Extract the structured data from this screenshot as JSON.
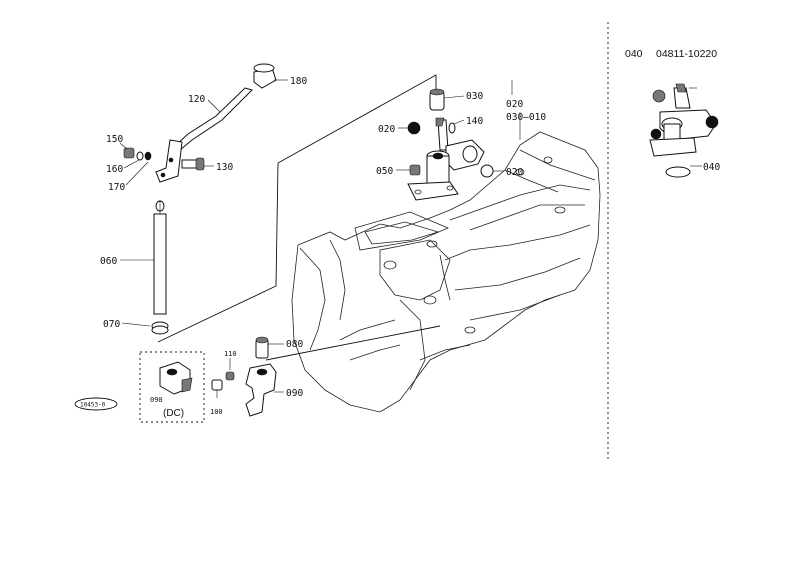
{
  "header": {
    "ref_code": "040",
    "part_number": "04811-10220"
  },
  "callouts": {
    "knob": "180",
    "lever": "120",
    "nut": "150",
    "washer_a": "160",
    "washer_b": "170",
    "bolt_lever": "130",
    "rod": "060",
    "boot": "070",
    "plug_top": "030",
    "washer_top": "140",
    "ring_left": "020",
    "bolt_base": "050",
    "ring_right": "020",
    "stack_020": "020",
    "stack_030_010": "030–010",
    "pin": "080",
    "bolt_small": "110",
    "bolt_lower": "100",
    "bracket": "090",
    "dc_bracket": "090",
    "inset_040": "040"
  },
  "dc_box": {
    "label": "(DC)"
  },
  "stamp": {
    "text": "10453-0"
  }
}
